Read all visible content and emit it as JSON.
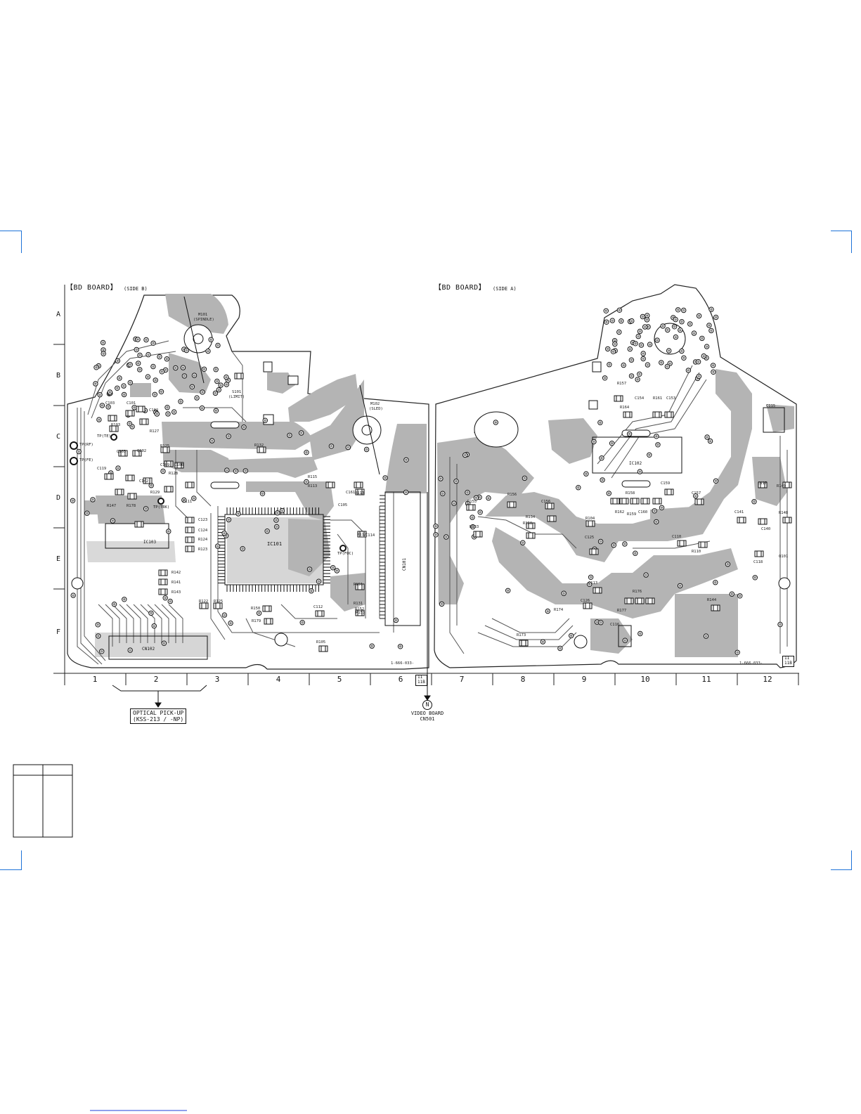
{
  "boards": [
    {
      "title": "【BD BOARD】",
      "side": "(SIDE B)",
      "part_no": "1-666-033-"
    },
    {
      "title": "【BD BOARD】",
      "side": "(SIDE A)",
      "part_no": "1-666-033-"
    }
  ],
  "grid": {
    "rows": [
      "A",
      "B",
      "C",
      "D",
      "E",
      "F"
    ],
    "columns": [
      "1",
      "2",
      "3",
      "4",
      "5",
      "6",
      "7",
      "8",
      "9",
      "10",
      "11",
      "12"
    ]
  },
  "side_b": {
    "motor_sled": {
      "ref": "M101",
      "label": "(SPINDLE)"
    },
    "motor_sled2": {
      "ref": "M102",
      "label": "(SLED)"
    },
    "switch": {
      "ref": "S101",
      "label": "(LIMIT)"
    },
    "ic_main": "IC101",
    "ic_sub": "IC103",
    "connector": "CN102",
    "connector2": "CN101",
    "test_points": [
      "TP(RF)",
      "TP(FE)",
      "TP(TE)",
      "TP(FOC)",
      "TP(TRK)"
    ],
    "refs": [
      "C103",
      "C101",
      "C102",
      "R127",
      "R103",
      "Q103",
      "Q102",
      "R125",
      "C108",
      "C109",
      "C119",
      "R147",
      "R178",
      "C142",
      "R129",
      "R128",
      "C111",
      "C123",
      "C124",
      "R124",
      "R123",
      "R142",
      "R141",
      "R143",
      "R122",
      "R125",
      "R150",
      "R179",
      "C112",
      "R105",
      "R115",
      "R113",
      "C105",
      "R112",
      "R151",
      "R131",
      "R152",
      "R153",
      "R132",
      "C161",
      "C114",
      "R113"
    ]
  },
  "side_a": {
    "ic_main": "IC102",
    "transistor": "Q101",
    "refs": [
      "R155",
      "R133",
      "R156",
      "C156",
      "R134",
      "R158",
      "R104",
      "C125",
      "C113",
      "C126",
      "R176",
      "R177",
      "R173",
      "R174",
      "C116",
      "C115",
      "C117",
      "R149",
      "C141",
      "C140",
      "C118",
      "R148",
      "R144",
      "C157",
      "R158",
      "R159",
      "C159",
      "C160",
      "R162",
      "R164",
      "C154",
      "R161",
      "C153",
      "R157",
      "C110",
      "R110"
    ]
  },
  "annotations": {
    "optical_pickup": {
      "line1": "OPTICAL PICK-UP",
      "line2": "(KSS-213  / -NP)"
    },
    "video_board": {
      "marker": "N",
      "line1": "VIDEO BOARD",
      "line2": "CN501"
    },
    "page_tag_left": {
      "line1": "11",
      "line2": "11B"
    },
    "page_tag_right": {
      "line1": "11",
      "line2": "11B"
    }
  },
  "colors": {
    "copper": "#b4b4b4",
    "trace": "#555555",
    "crop_mark": "#1e73d8",
    "ink": "#111111"
  }
}
